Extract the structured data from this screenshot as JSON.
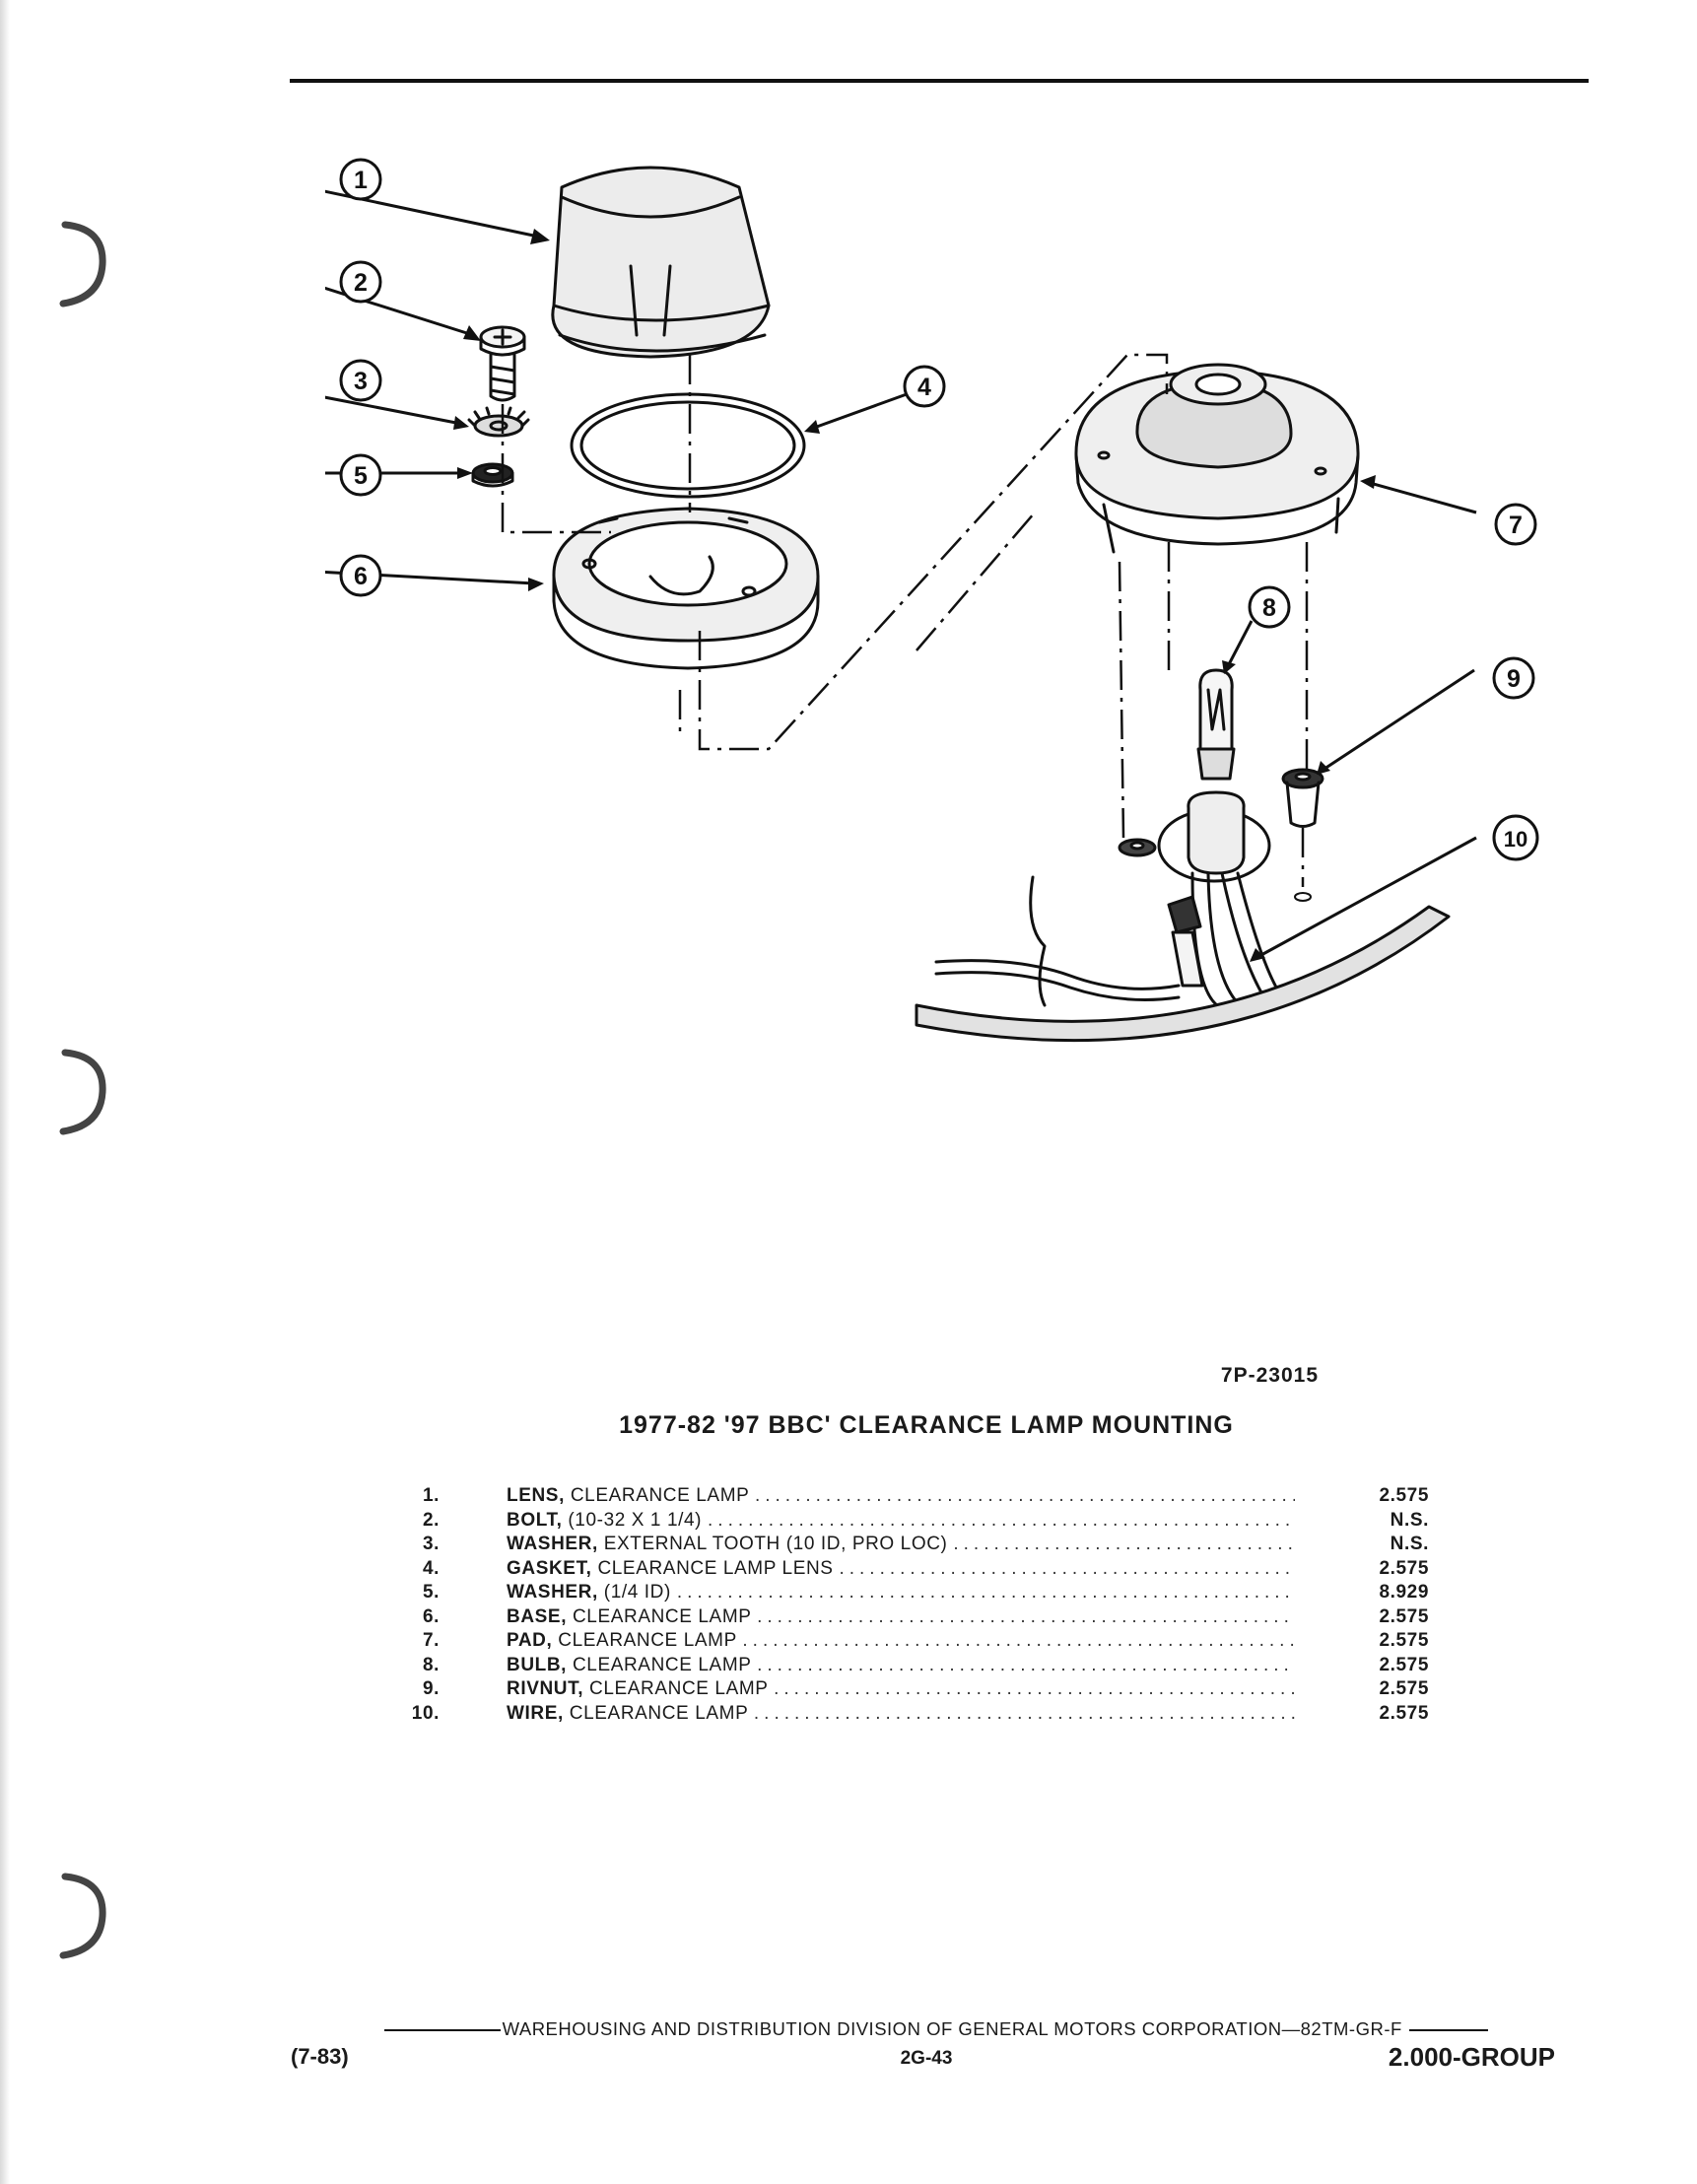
{
  "figure": {
    "code": "7P-23015",
    "title": "1977-82 '97 BBC' CLEARANCE LAMP MOUNTING",
    "callouts": [
      "1",
      "2",
      "3",
      "4",
      "5",
      "6",
      "7",
      "8",
      "9",
      "10"
    ]
  },
  "parts": [
    {
      "num": "1.",
      "name": "LENS,",
      "desc": "CLEARANCE LAMP",
      "value": "2.575"
    },
    {
      "num": "2.",
      "name": "BOLT,",
      "desc": "(10-32 X 1 1/4)",
      "value": "N.S."
    },
    {
      "num": "3.",
      "name": "WASHER,",
      "desc": "EXTERNAL TOOTH (10 ID, PRO LOC)",
      "value": "N.S."
    },
    {
      "num": "4.",
      "name": "GASKET,",
      "desc": "CLEARANCE LAMP LENS",
      "value": "2.575"
    },
    {
      "num": "5.",
      "name": "WASHER,",
      "desc": "(1/4 ID)",
      "value": "8.929"
    },
    {
      "num": "6.",
      "name": "BASE,",
      "desc": "CLEARANCE LAMP",
      "value": "2.575"
    },
    {
      "num": "7.",
      "name": "PAD,",
      "desc": "CLEARANCE LAMP",
      "value": "2.575"
    },
    {
      "num": "8.",
      "name": "BULB,",
      "desc": "CLEARANCE LAMP",
      "value": "2.575"
    },
    {
      "num": "9.",
      "name": "RIVNUT,",
      "desc": "CLEARANCE LAMP",
      "value": "2.575"
    },
    {
      "num": "10.",
      "name": "WIRE,",
      "desc": "CLEARANCE LAMP",
      "value": "2.575"
    }
  ],
  "footer": {
    "division": "WAREHOUSING AND DISTRIBUTION DIVISION OF GENERAL MOTORS CORPORATION—82TM-GR-F",
    "date": "(7-83)",
    "page": "2G-43",
    "group": "2.000-GROUP"
  }
}
